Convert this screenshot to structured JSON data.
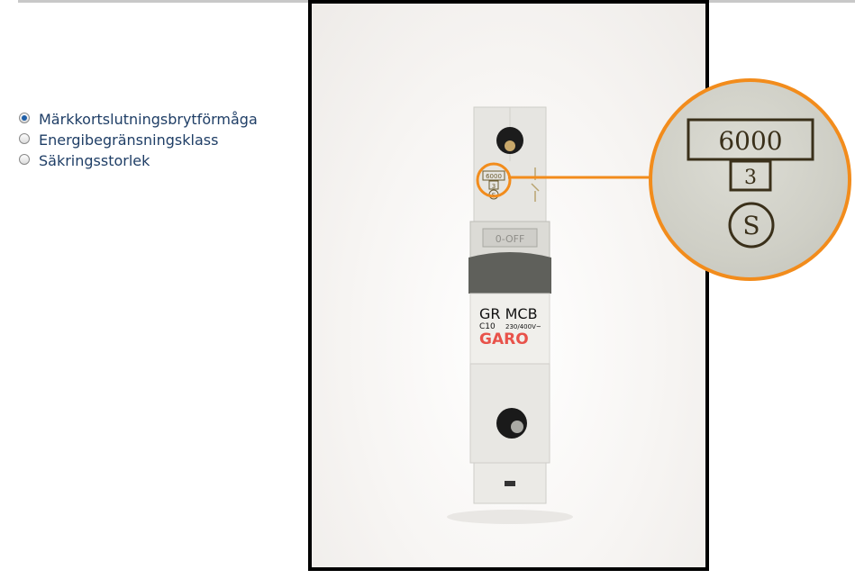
{
  "options": [
    {
      "label": "Märkkortslutningsbrytförmåga",
      "selected": true
    },
    {
      "label": "Energibegränsningsklass",
      "selected": false
    },
    {
      "label": "Säkringsstorlek",
      "selected": false
    }
  ],
  "breaker": {
    "rating_box": "6000",
    "class_box": "3",
    "cert_mark": "S",
    "switch_text": "0-OFF",
    "model": "GR MCB",
    "curve": "C10",
    "voltage": "230/400V~",
    "brand": "GARO"
  },
  "colors": {
    "accent": "#f28c1c",
    "label_text": "#1f3e66",
    "brand_red": "#e8524a"
  }
}
